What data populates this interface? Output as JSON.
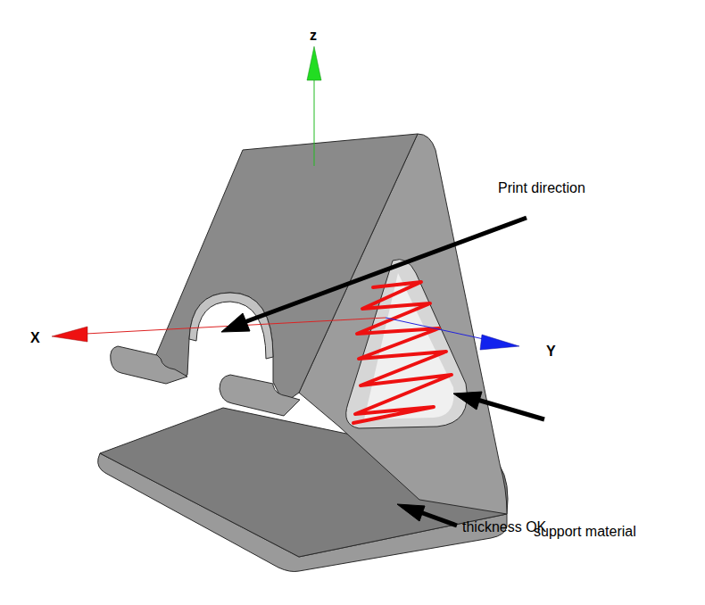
{
  "diagram": {
    "labels": [
      "z",
      "X",
      "Y",
      "Print direction",
      "support material",
      "thickness OK"
    ]
  }
}
